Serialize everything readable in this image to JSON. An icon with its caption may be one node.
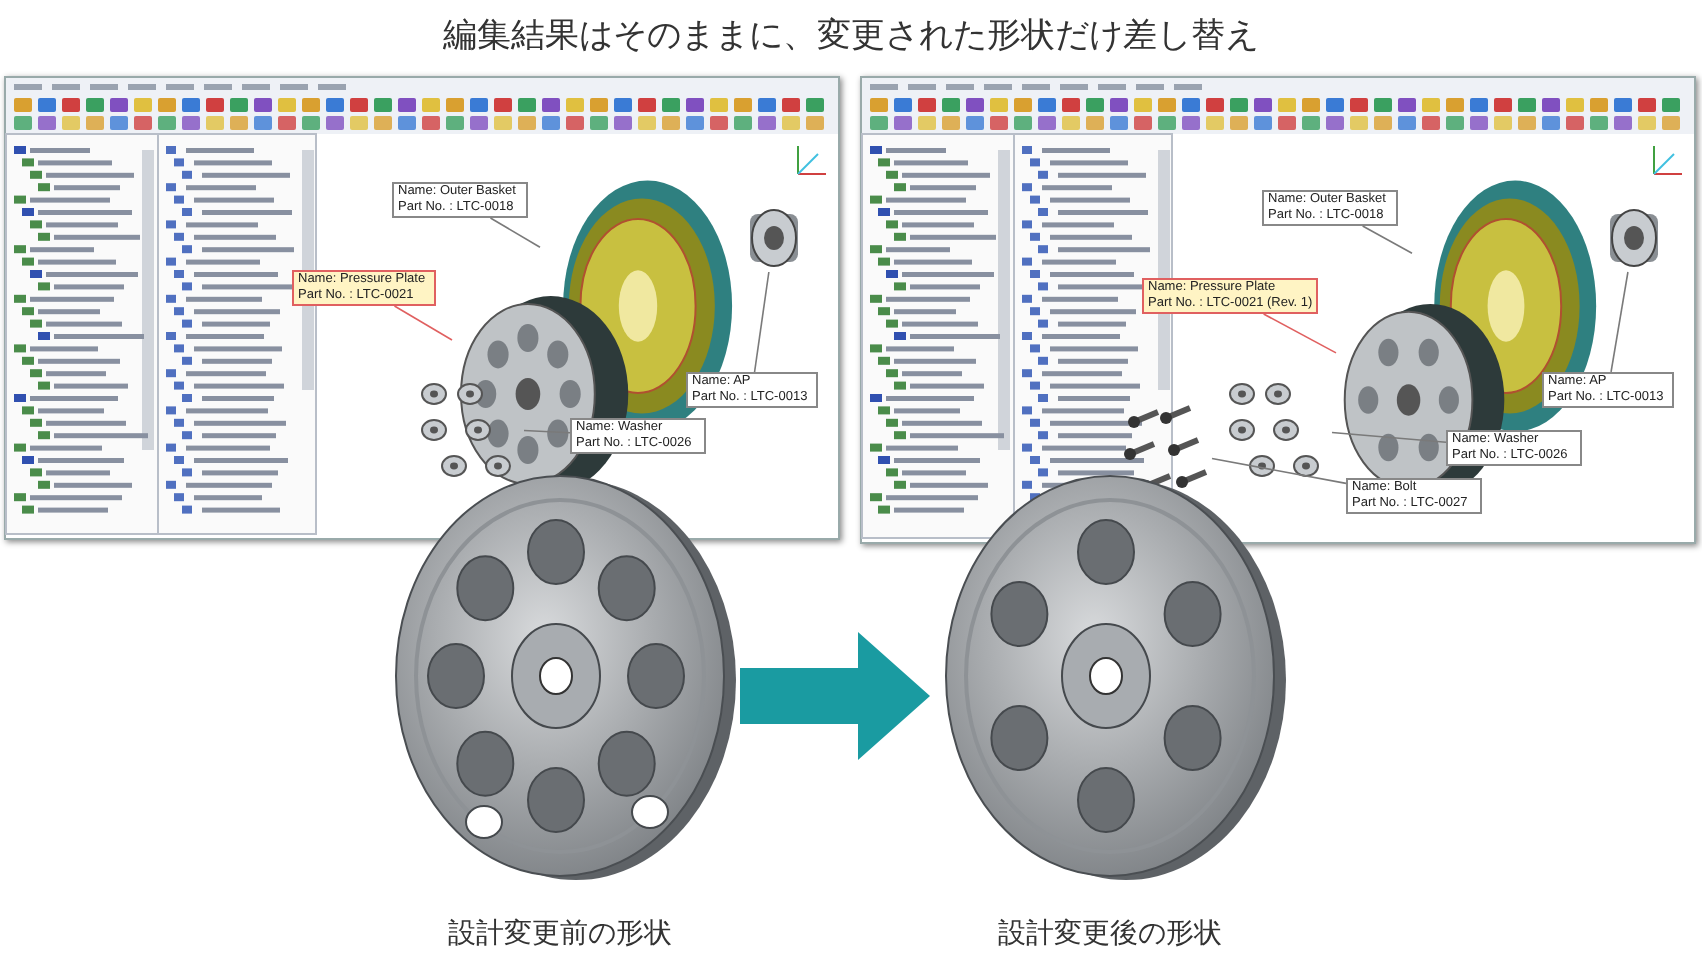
{
  "diagram": {
    "title": "編集結果はそのままに、変更された形状だけ差し替え",
    "nodes": [
      {
        "text": [],
        "shape": "picture"
      },
      {
        "text": [
          "Name: Outer Basket",
          "Part No. : LTC-0018"
        ],
        "in": 0
      },
      {
        "text": [],
        "shape": "picture",
        "in": 0
      },
      {
        "text": [
          "Name: Pressure Plate",
          "Part No. : LTC-0021"
        ],
        "in": 0
      },
      {
        "text": [],
        "shape": "picture",
        "in": 0
      },
      {
        "text": [
          "Name: AP",
          "Part No. : LTC-0013"
        ],
        "in": 0
      },
      {
        "text": [],
        "shape": "picture",
        "in": 0
      },
      {
        "text": [
          "Name: Washer",
          "Part No. : LTC-0026"
        ],
        "in": 0
      },
      {
        "text": [],
        "shape": "picture",
        "in": 0
      },
      {
        "text": [],
        "shape": "picture"
      },
      {
        "text": [
          "Name: Outer Basket",
          "Part No. : LTC-0018"
        ],
        "in": 9
      },
      {
        "text": [],
        "shape": "picture",
        "in": 9
      },
      {
        "text": [
          "Name: Pressure Plate",
          "Part No. : LTC-0021 (Rev. 1)"
        ],
        "in": 9
      },
      {
        "text": [],
        "shape": "picture",
        "in": 9
      },
      {
        "text": [
          "Name: AP",
          "Part No. : LTC-0013"
        ],
        "in": 9
      },
      {
        "text": [],
        "shape": "picture",
        "in": 9
      },
      {
        "text": [
          "Name: Washer",
          "Part No. : LTC-0026"
        ],
        "in": 9
      },
      {
        "text": [],
        "shape": "picture",
        "in": 9
      },
      {
        "text": [
          "Name: Bolt",
          "Part No. : LTC-0027"
        ],
        "in": 9
      },
      {
        "text": [],
        "shape": "picture",
        "in": 9
      },
      {
        "text": [],
        "shape": "picture",
        "beside": [
          "設計変更前の形状"
        ]
      },
      {
        "text": [],
        "shape": "picture",
        "beside": [
          "設計変更後の形状"
        ]
      }
    ],
    "edges": [
      {
        "from": 1,
        "to": 2,
        "arrow": "none"
      },
      {
        "from": 3,
        "to": 4,
        "arrow": "none",
        "color": "#e06060"
      },
      {
        "from": 5,
        "to": 6,
        "arrow": "none"
      },
      {
        "from": 7,
        "to": 8,
        "arrow": "none"
      },
      {
        "from": 10,
        "to": 11,
        "arrow": "none"
      },
      {
        "from": 12,
        "to": 13,
        "arrow": "none",
        "color": "#e06060"
      },
      {
        "from": 14,
        "to": 15,
        "arrow": "none"
      },
      {
        "from": 16,
        "to": 17,
        "arrow": "none"
      },
      {
        "from": 18,
        "to": 19,
        "arrow": "none"
      },
      {
        "from": 20,
        "to": 21,
        "arrow": "to",
        "style": "thick",
        "color": "#1a9ba1"
      }
    ]
  }
}
